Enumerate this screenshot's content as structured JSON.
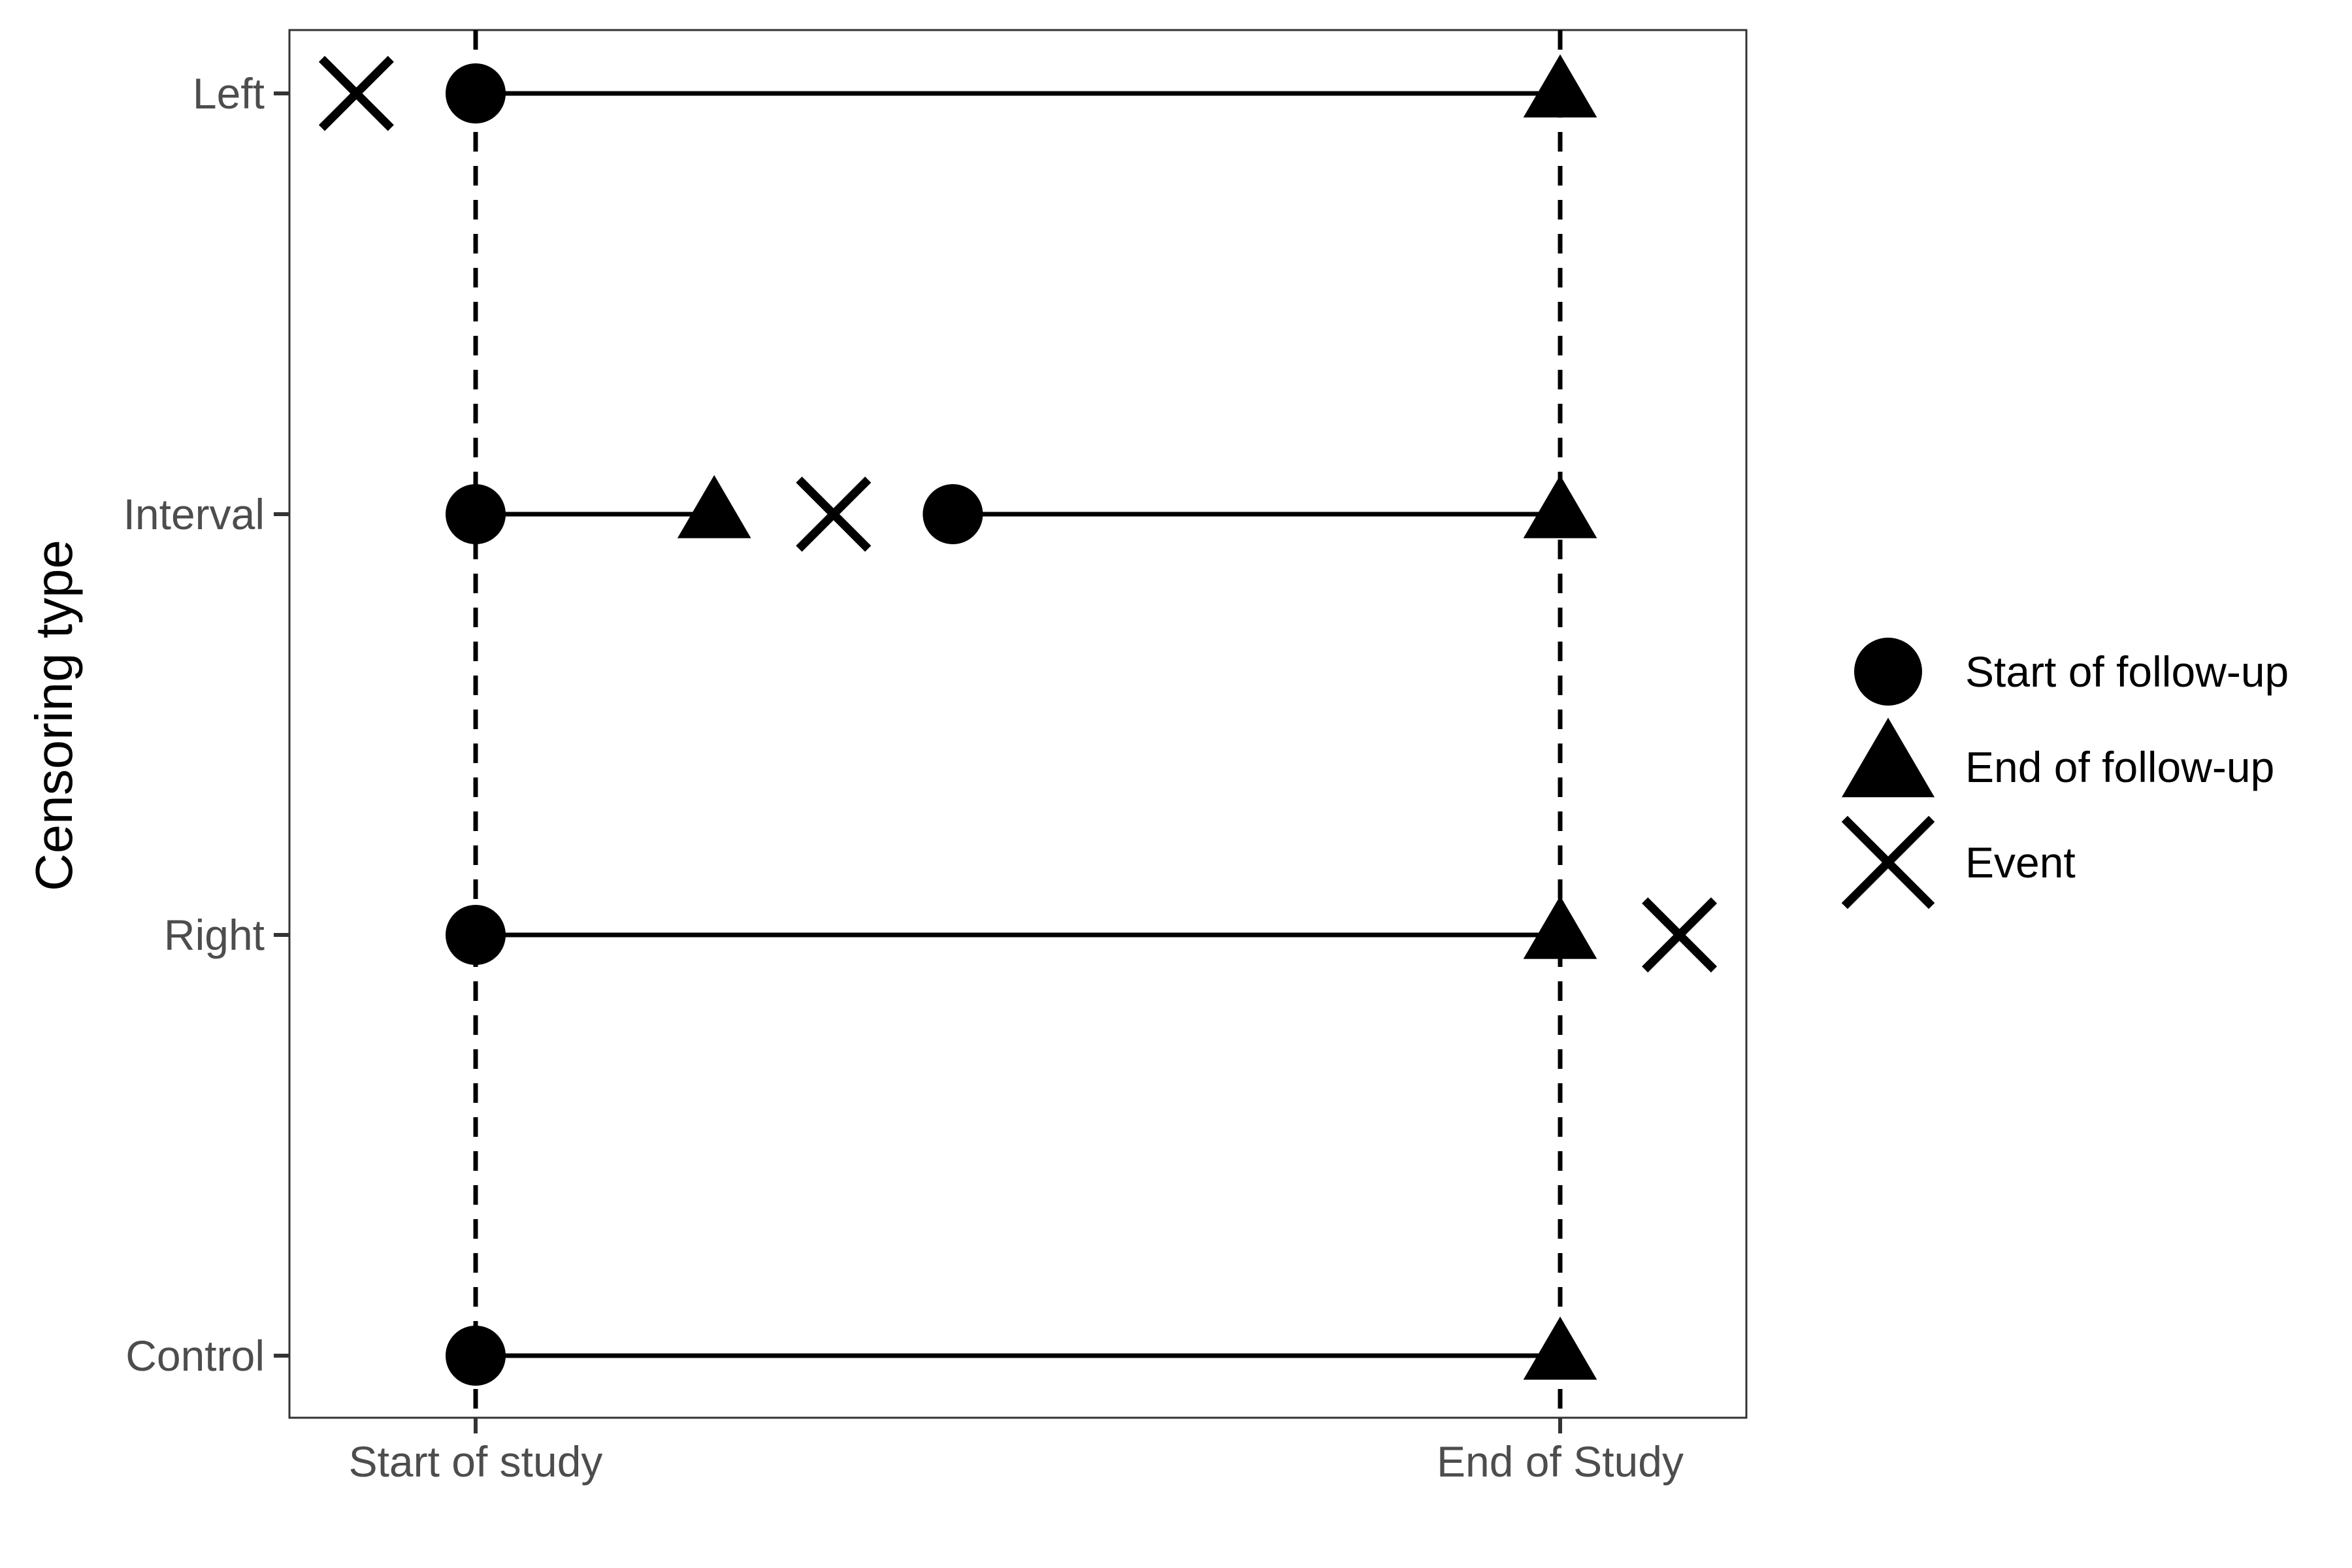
{
  "chart_data": {
    "type": "scatter",
    "title": "",
    "xlabel": "",
    "ylabel": "Censoring type",
    "xlim": [
      -0.17,
      1.17
    ],
    "x_ticks": [
      {
        "value": 0,
        "label": "Start of study"
      },
      {
        "value": 1,
        "label": "End of Study"
      }
    ],
    "categories": [
      "Left",
      "Interval",
      "Right",
      "Control"
    ],
    "reference_lines": [
      {
        "x": 0,
        "style": "dashed"
      },
      {
        "x": 1,
        "style": "dashed"
      }
    ],
    "segments": [
      {
        "category": "Left",
        "x0": 0,
        "x1": 1
      },
      {
        "category": "Interval",
        "x0": 0,
        "x1": 0.22
      },
      {
        "category": "Interval",
        "x0": 0.44,
        "x1": 1
      },
      {
        "category": "Right",
        "x0": 0,
        "x1": 1
      },
      {
        "category": "Control",
        "x0": 0,
        "x1": 1
      }
    ],
    "series": [
      {
        "name": "Start of follow-up",
        "shape": "circle",
        "points": [
          {
            "category": "Left",
            "x": 0
          },
          {
            "category": "Interval",
            "x": 0
          },
          {
            "category": "Interval",
            "x": 0.44
          },
          {
            "category": "Right",
            "x": 0
          },
          {
            "category": "Control",
            "x": 0
          }
        ]
      },
      {
        "name": "End of follow-up",
        "shape": "triangle",
        "points": [
          {
            "category": "Left",
            "x": 1
          },
          {
            "category": "Interval",
            "x": 0.22
          },
          {
            "category": "Interval",
            "x": 1
          },
          {
            "category": "Right",
            "x": 1
          },
          {
            "category": "Control",
            "x": 1
          }
        ]
      },
      {
        "name": "Event",
        "shape": "cross",
        "points": [
          {
            "category": "Left",
            "x": -0.11
          },
          {
            "category": "Interval",
            "x": 0.33
          },
          {
            "category": "Right",
            "x": 1.11
          }
        ]
      }
    ],
    "grid": false,
    "legend_position": "right",
    "colors": {
      "marks": "#000000",
      "tick_text": "#4d4d4d",
      "panel_border": "#333333"
    }
  }
}
